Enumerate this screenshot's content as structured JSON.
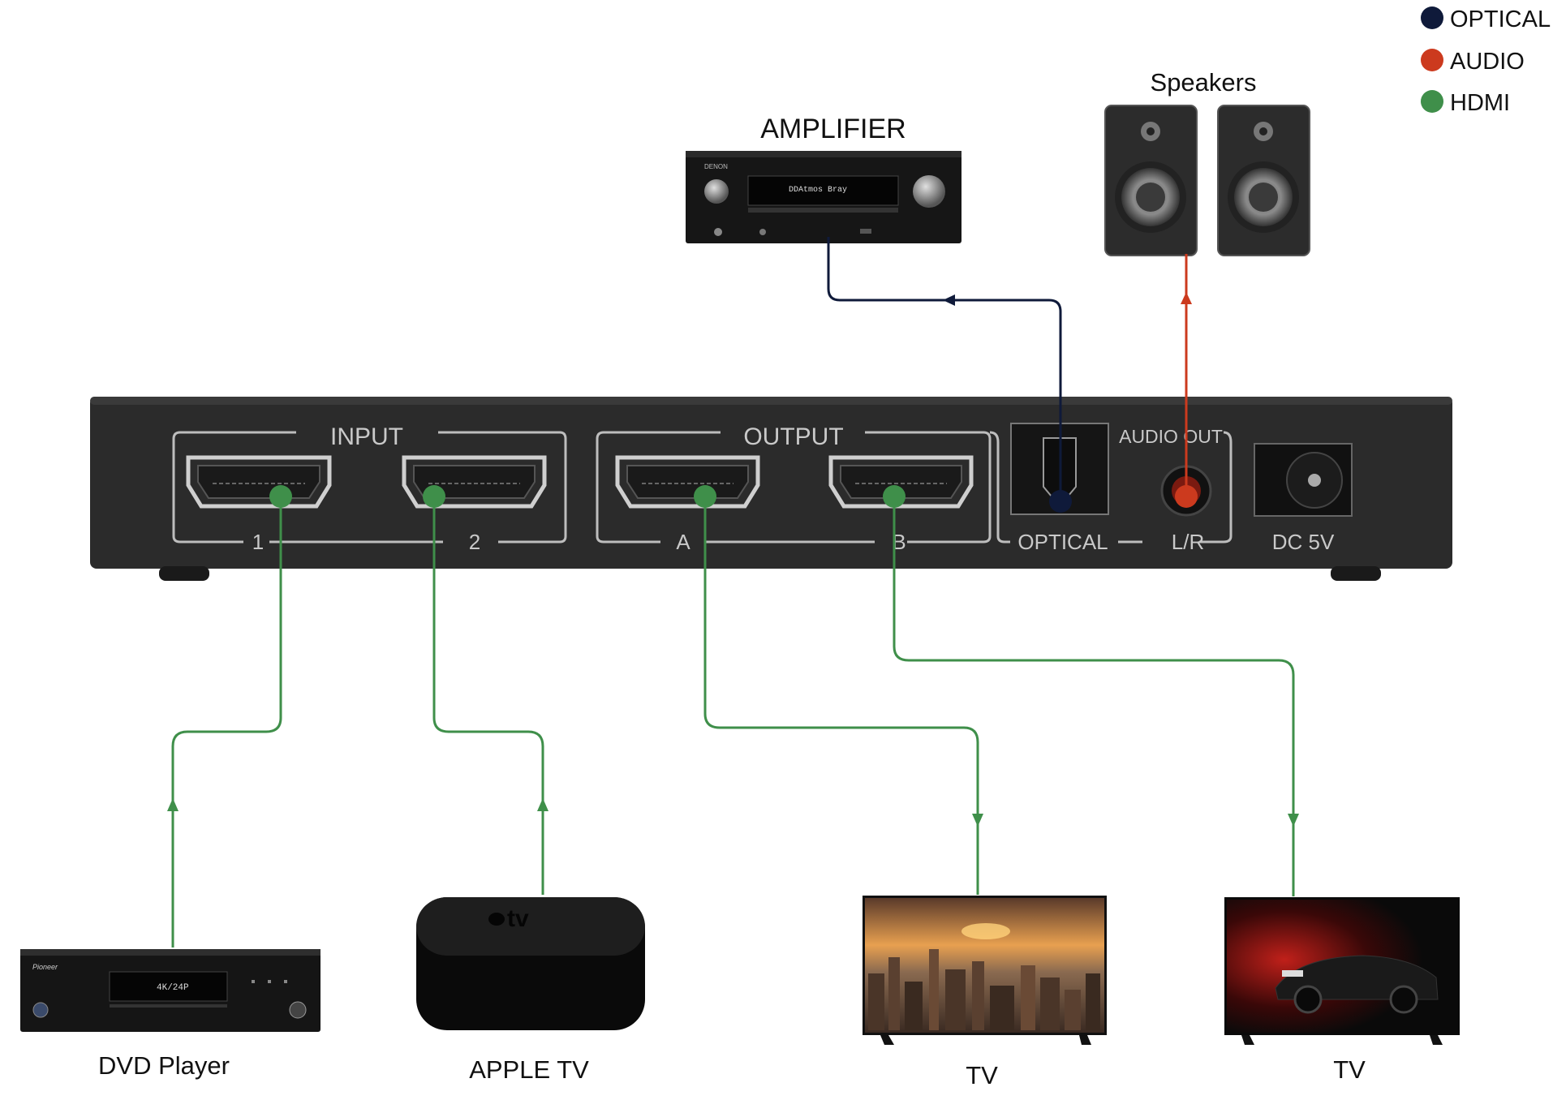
{
  "legend": [
    {
      "label": "OPTICAL",
      "color": "#0f1a3a"
    },
    {
      "label": "AUDIO",
      "color": "#cc3a1e"
    },
    {
      "label": "HDMI",
      "color": "#3f8f4a"
    }
  ],
  "devices": {
    "amplifier": {
      "label": "AMPLIFIER",
      "brand": "DENON",
      "display": "DDAtmos  Bray"
    },
    "speakers": {
      "label": "Speakers"
    },
    "dvd_player": {
      "label": "DVD Player",
      "brand": "Pioneer",
      "display": "4K/24P"
    },
    "apple_tv": {
      "label": "APPLE TV",
      "logo_text": "tv"
    },
    "tv_a": {
      "label": "TV"
    },
    "tv_b": {
      "label": "TV"
    }
  },
  "switch": {
    "input_label": "INPUT",
    "output_label": "OUTPUT",
    "audio_out_label": "AUDIO OUT",
    "port_1": "1",
    "port_2": "2",
    "port_a": "A",
    "port_b": "B",
    "optical_label": "OPTICAL",
    "lr_label": "L/R",
    "dc_label": "DC 5V"
  },
  "colors": {
    "hdmi": "#3f8f4a",
    "audio": "#cc3a1e",
    "optical": "#0f1a3a",
    "panel": "#2b2b2b"
  }
}
